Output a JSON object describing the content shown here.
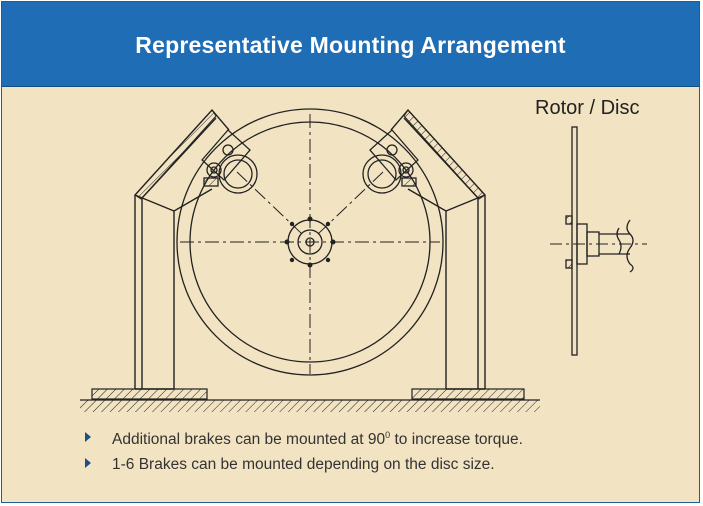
{
  "header": {
    "title": "Representative Mounting Arrangement"
  },
  "drawing": {
    "rotor_label": "Rotor / Disc",
    "colors": {
      "ink": "#222222",
      "panel": "#f2e3c2",
      "header": "#1f6db4"
    }
  },
  "bullets": [
    {
      "before": "Additional brakes can be mounted at 90",
      "sup": "0",
      "after": " to increase torque."
    },
    {
      "before": "1-6 Brakes can be mounted depending on the disc size.",
      "sup": "",
      "after": ""
    }
  ]
}
